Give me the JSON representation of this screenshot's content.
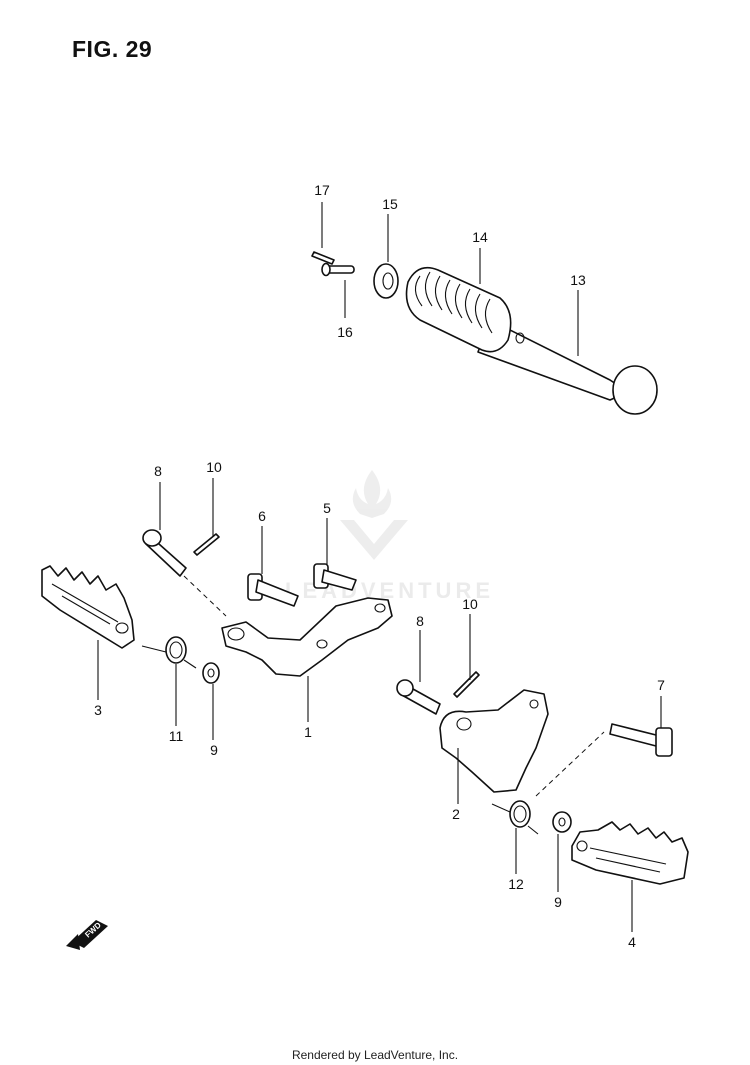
{
  "figure": {
    "title": "FIG. 29"
  },
  "callouts": [
    "1",
    "2",
    "3",
    "4",
    "5",
    "6",
    "7",
    "8",
    "8",
    "9",
    "9",
    "10",
    "10",
    "11",
    "12",
    "13",
    "14",
    "15",
    "16",
    "17"
  ],
  "fwd_marker": {
    "label": "FWD"
  },
  "watermark": {
    "text": "LEADVENTURE"
  },
  "footer": {
    "text": "Rendered by LeadVenture, Inc."
  }
}
